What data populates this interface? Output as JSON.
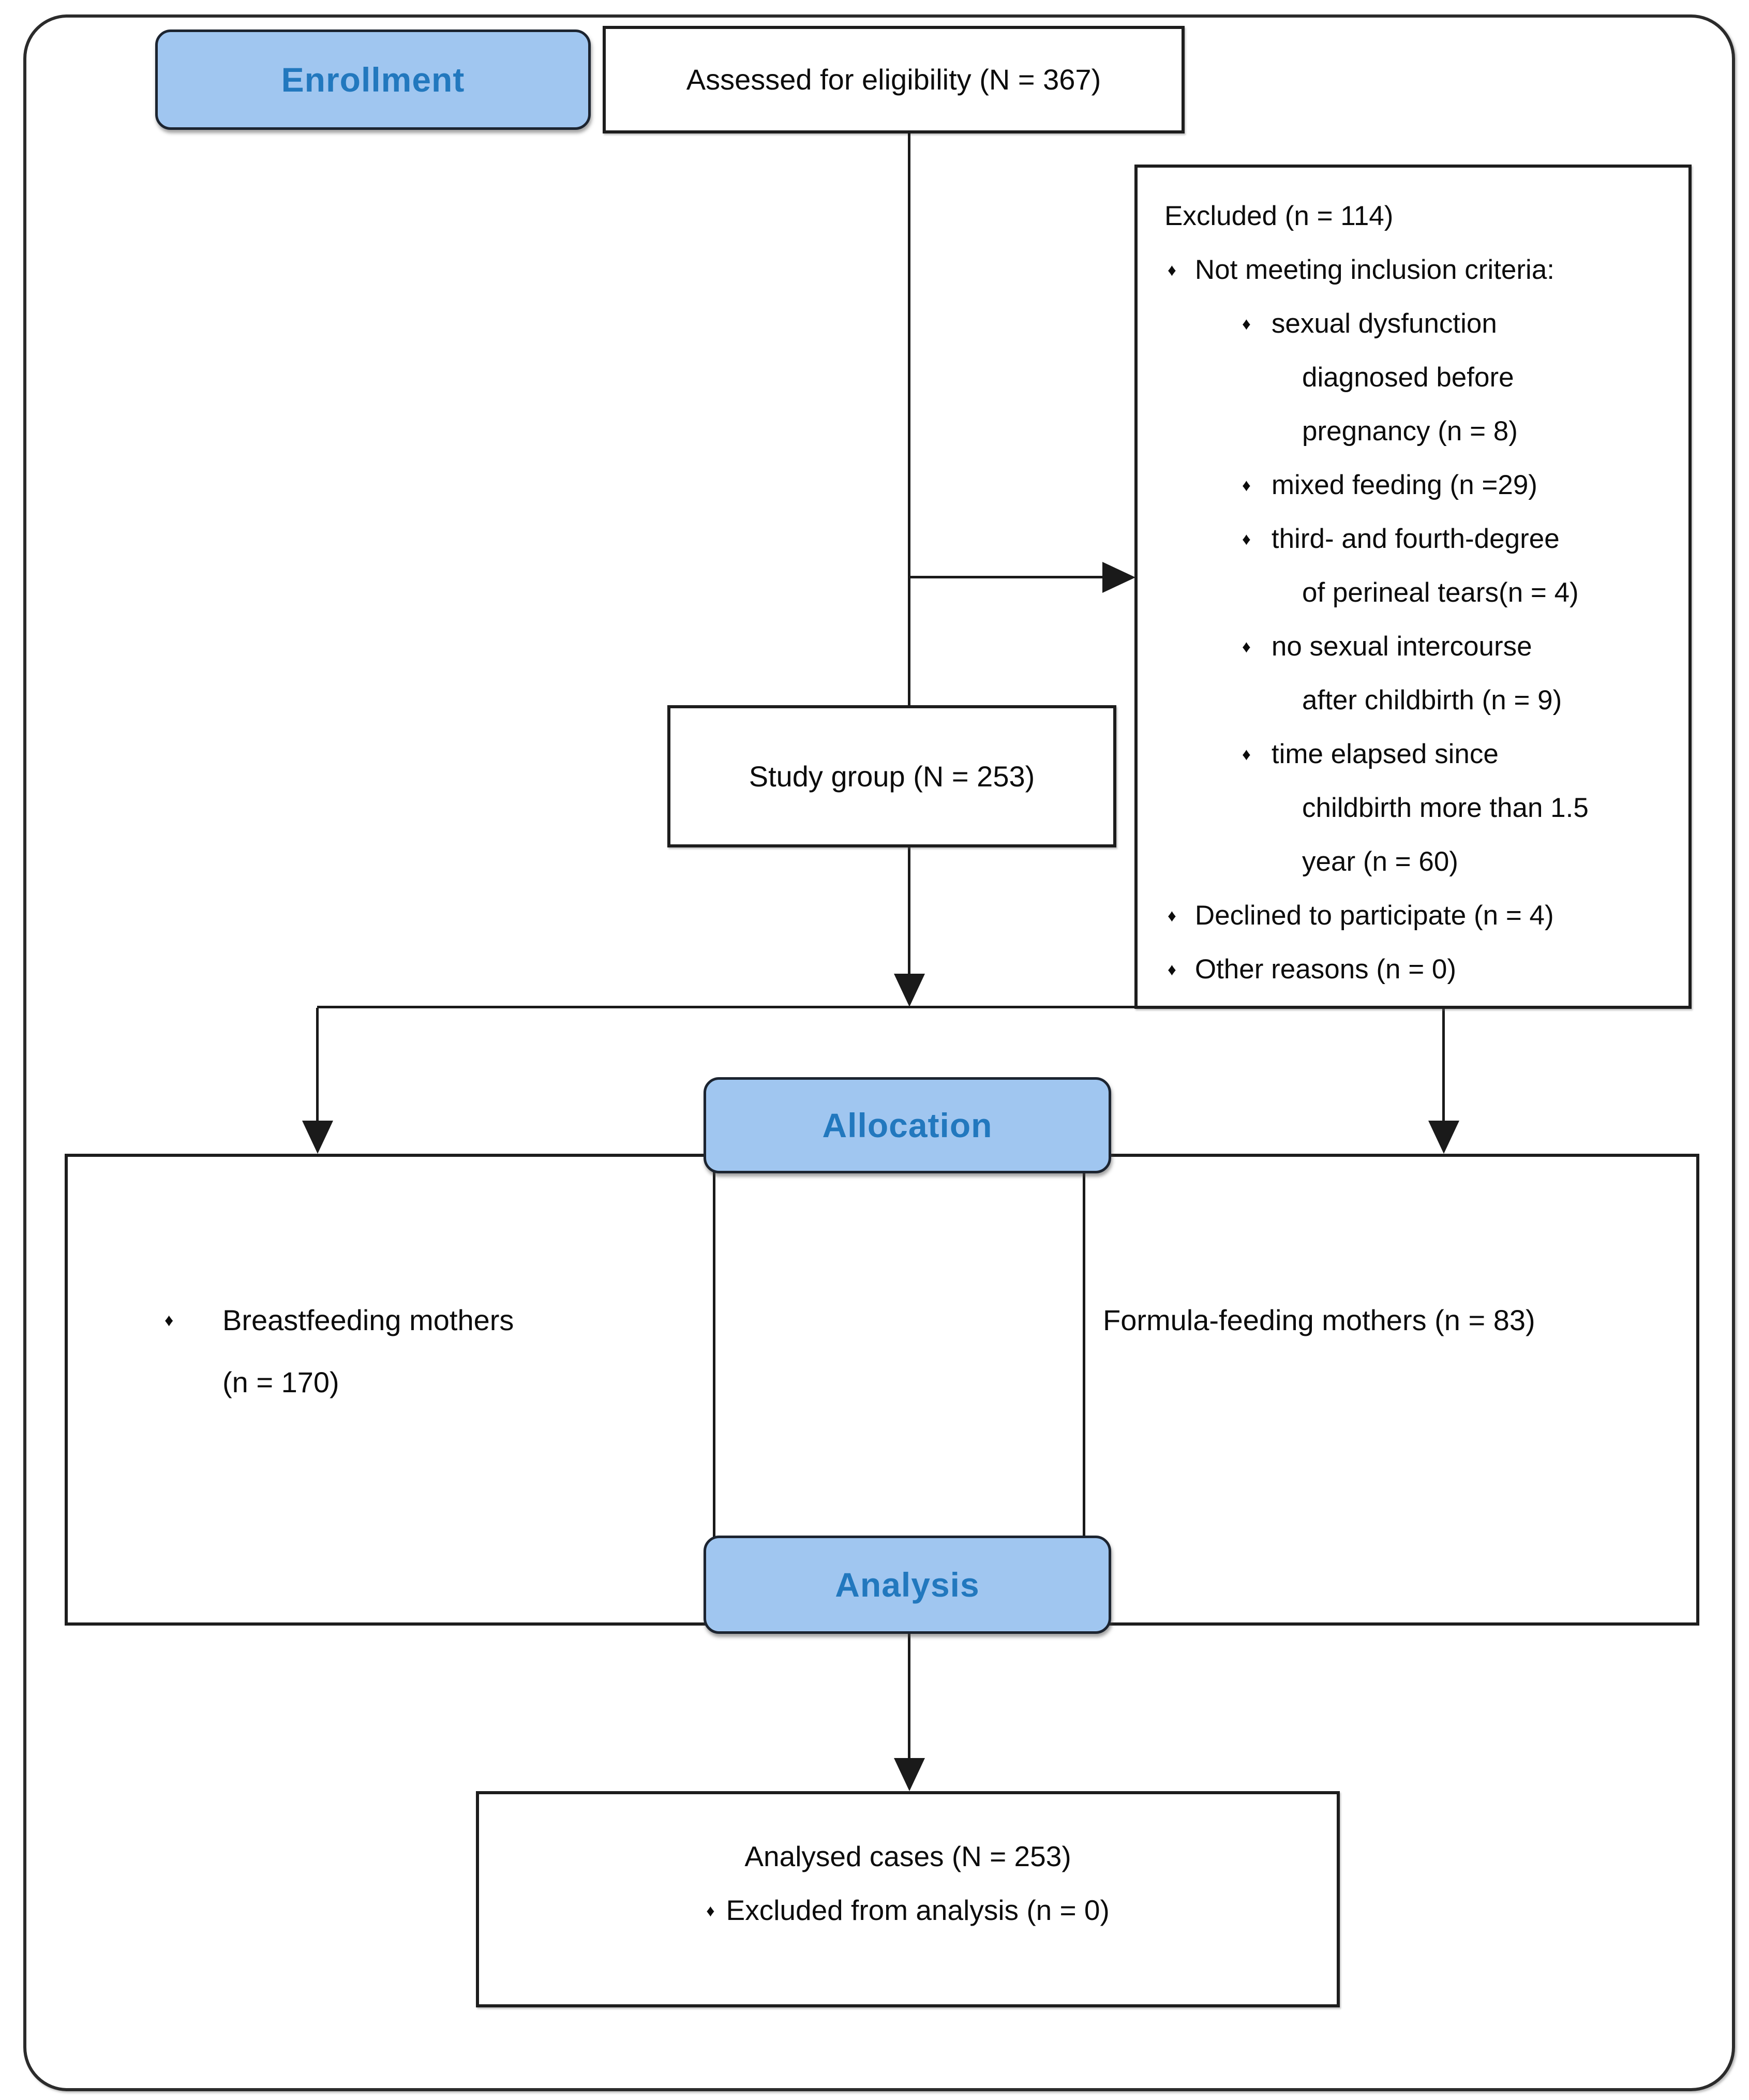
{
  "accent": {
    "badge_fill": "#A0C6F0",
    "badge_text": "#2278BE",
    "badge_border": "#1c2430",
    "line_color": "#1a1a1a"
  },
  "bullet": "♦",
  "badges": {
    "enrollment": "Enrollment",
    "allocation": "Allocation",
    "analysis": "Analysis"
  },
  "boxes": {
    "assessed": {
      "text": "Assessed for eligibility (N = 367)"
    },
    "study": {
      "text": "Study group (N = 253)"
    },
    "excluded": {
      "lines": [
        {
          "text": "Excluded  (n = 114)"
        },
        {
          "text": "Not meeting inclusion criteria:"
        },
        {
          "text": "sexual dysfunction"
        },
        {
          "text": "diagnosed before"
        },
        {
          "text": "pregnancy  (n = 8)"
        },
        {
          "text": "mixed feeding  (n =29)"
        },
        {
          "text": "third- and fourth-degree"
        },
        {
          "text": "of perineal tears(n = 4)"
        },
        {
          "text": "no sexual intercourse"
        },
        {
          "text": "after childbirth (n = 9)"
        },
        {
          "text": "time elapsed since"
        },
        {
          "text": "childbirth more than 1.5"
        },
        {
          "text": "year (n = 60)"
        },
        {
          "text": "Declined to participate (n = 4)"
        },
        {
          "text": "Other reasons (n = 0)"
        }
      ]
    },
    "breastfeeding": {
      "line1": "Breastfeeding mothers",
      "line2": "(n = 170)"
    },
    "formula": {
      "text": "Formula-feeding mothers (n = 83)"
    },
    "analysed": {
      "line1": "Analysed cases (N = 253)",
      "line2": "Excluded from analysis (n = 0)"
    }
  }
}
